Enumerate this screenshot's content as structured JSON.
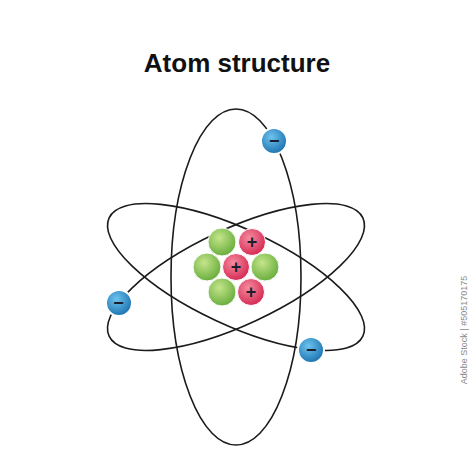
{
  "diagram": {
    "title": "Atom structure",
    "nodes": [
      {
        "text": [
          "−"
        ]
      },
      {
        "text": [
          "−"
        ]
      },
      {
        "text": [
          "+"
        ]
      },
      {
        "text": [
          "+"
        ]
      },
      {
        "text": [
          "+"
        ]
      },
      {
        "text": [
          "−"
        ]
      }
    ],
    "labels": [
      "Adobe Stock | #505170175"
    ]
  }
}
